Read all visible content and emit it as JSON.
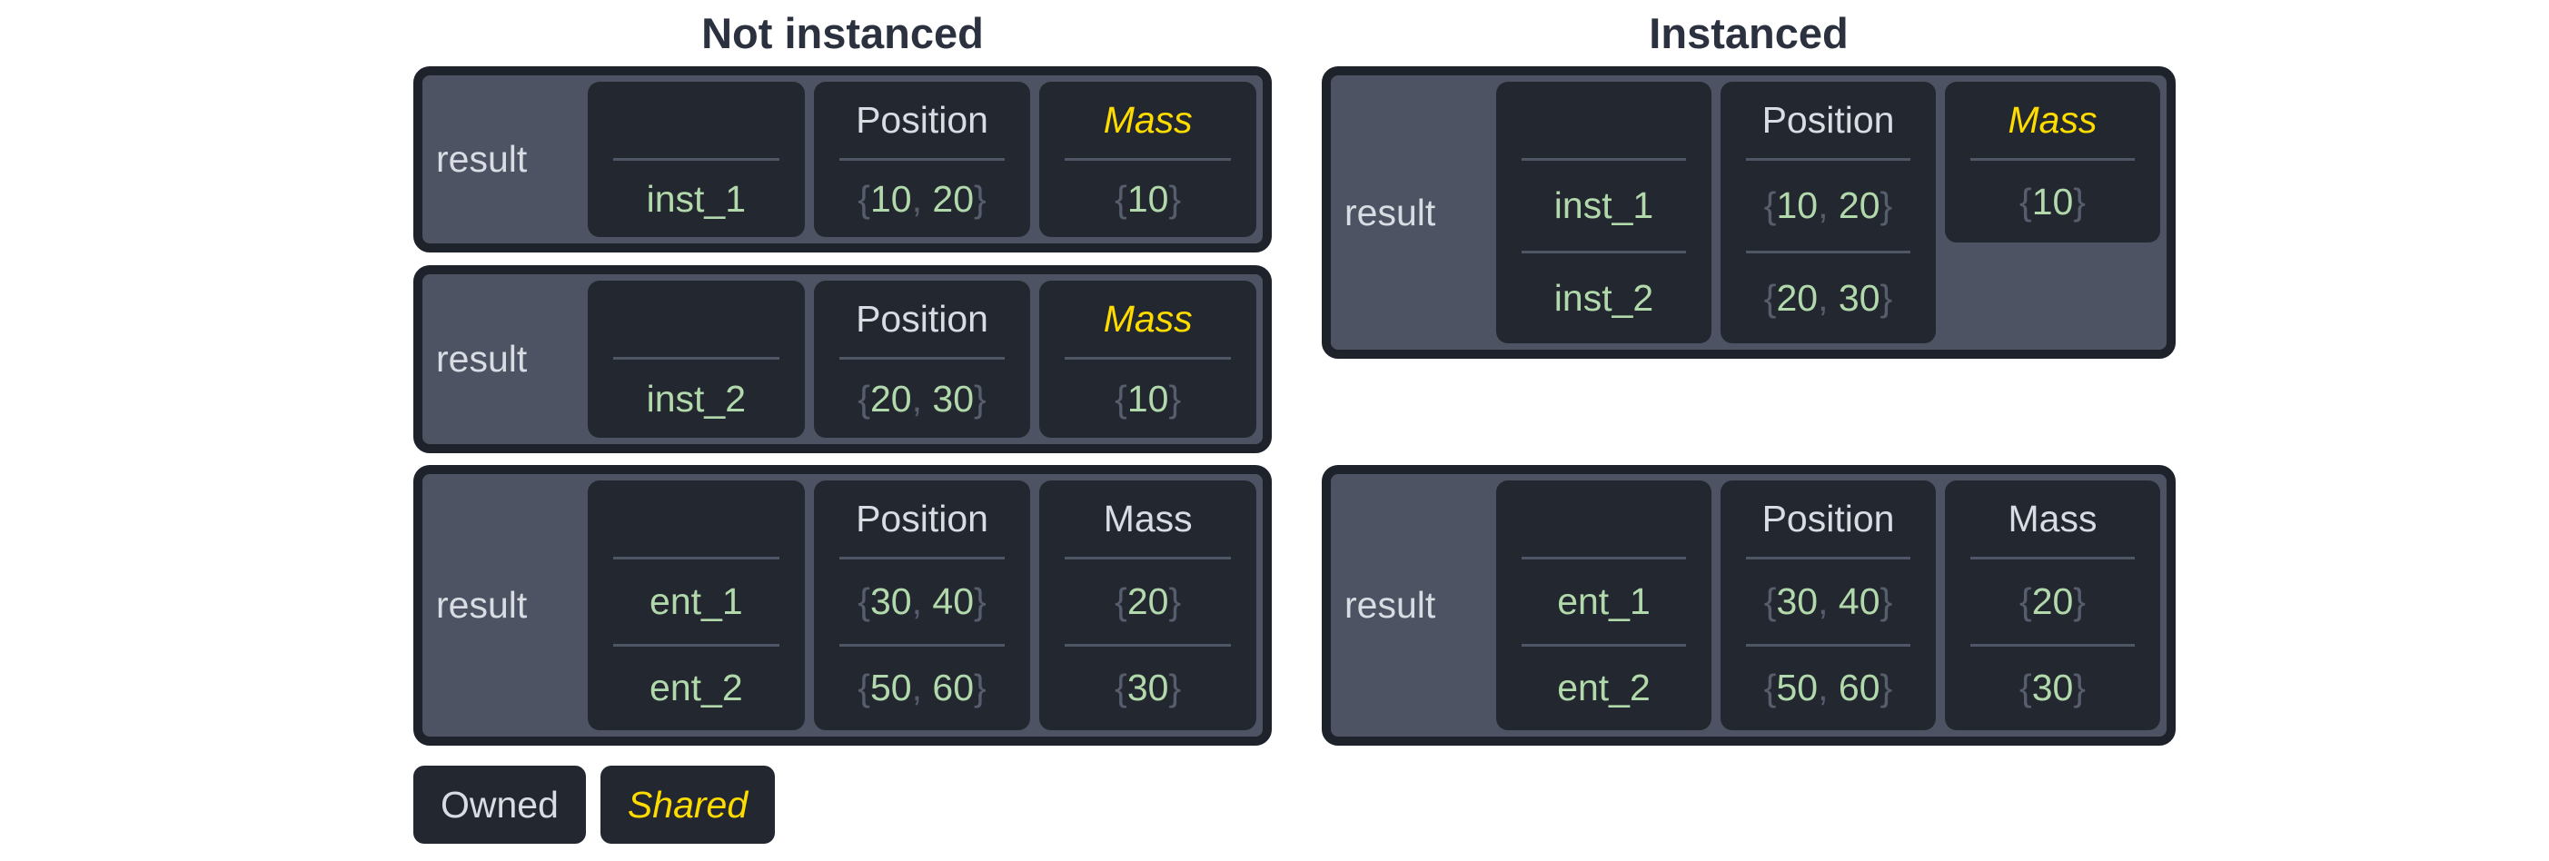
{
  "colors": {
    "page_background": "#ffffff",
    "title_text": "#2b313e",
    "panel_background": "#4d5362",
    "panel_border": "#1e222a",
    "cell_background": "#23272f",
    "light_text": "#d8dce3",
    "value_green": "#b2d9ab",
    "punctuation_gray": "#565d6d",
    "shared_yellow": "#ffdc00",
    "divider_gray": "#4f5665"
  },
  "punctuation": {
    "open": "{",
    "close": "}",
    "comma": ", "
  },
  "sections": {
    "not_instanced": {
      "title": "Not instanced",
      "tables": [
        {
          "label": "result",
          "entity_header": "",
          "entities": [
            "inst_1"
          ],
          "position": {
            "header": "Position",
            "values": [
              [
                "10",
                "20"
              ]
            ]
          },
          "mass": {
            "header": "Mass",
            "shared": true,
            "values": [
              [
                "10"
              ]
            ]
          }
        },
        {
          "label": "result",
          "entity_header": "",
          "entities": [
            "inst_2"
          ],
          "position": {
            "header": "Position",
            "values": [
              [
                "20",
                "30"
              ]
            ]
          },
          "mass": {
            "header": "Mass",
            "shared": true,
            "values": [
              [
                "10"
              ]
            ]
          }
        },
        {
          "label": "result",
          "entity_header": "",
          "entities": [
            "ent_1",
            "ent_2"
          ],
          "position": {
            "header": "Position",
            "values": [
              [
                "30",
                "40"
              ],
              [
                "50",
                "60"
              ]
            ]
          },
          "mass": {
            "header": "Mass",
            "shared": false,
            "values": [
              [
                "20"
              ],
              [
                "30"
              ]
            ]
          }
        }
      ]
    },
    "instanced": {
      "title": "Instanced",
      "tables": [
        {
          "label": "result",
          "entity_header": "",
          "entities": [
            "inst_1",
            "inst_2"
          ],
          "position": {
            "header": "Position",
            "values": [
              [
                "10",
                "20"
              ],
              [
                "20",
                "30"
              ]
            ]
          },
          "mass": {
            "header": "Mass",
            "shared": true,
            "short": true,
            "values": [
              [
                "10"
              ]
            ]
          }
        },
        {
          "label": "result",
          "entity_header": "",
          "entities": [
            "ent_1",
            "ent_2"
          ],
          "position": {
            "header": "Position",
            "values": [
              [
                "30",
                "40"
              ],
              [
                "50",
                "60"
              ]
            ]
          },
          "mass": {
            "header": "Mass",
            "shared": false,
            "values": [
              [
                "20"
              ],
              [
                "30"
              ]
            ]
          }
        }
      ]
    }
  },
  "legend": {
    "owned": "Owned",
    "shared": "Shared"
  }
}
